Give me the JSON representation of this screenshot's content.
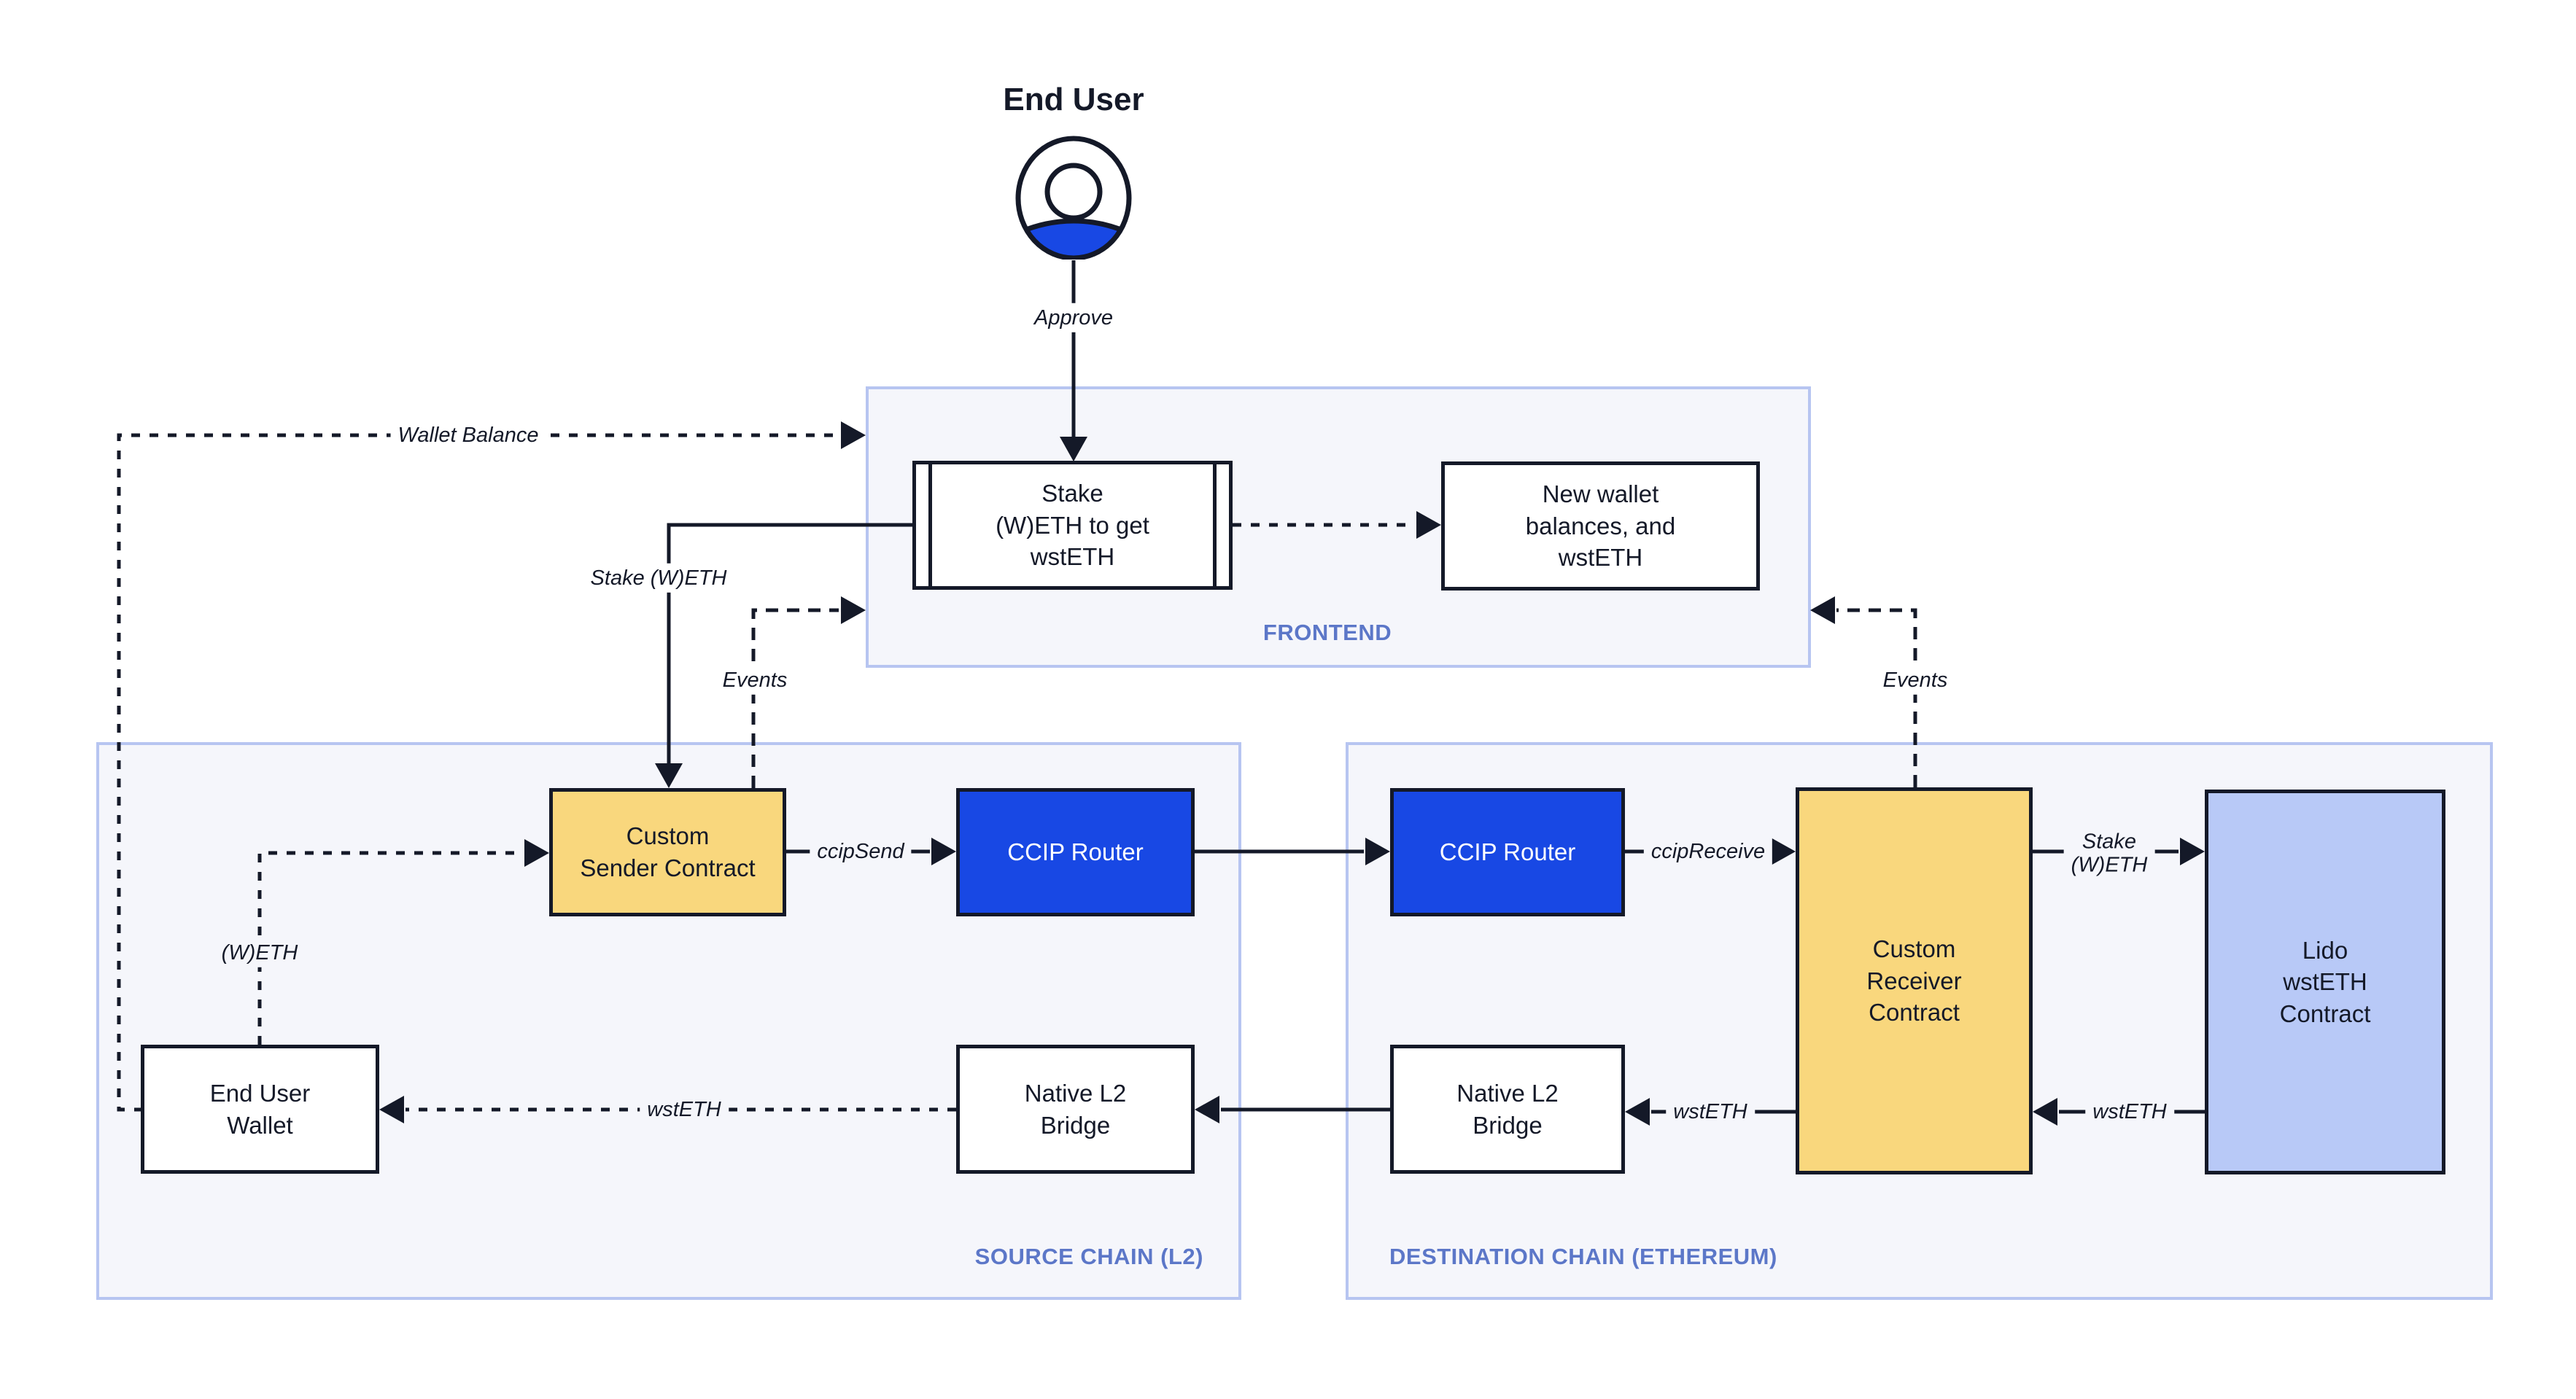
{
  "title": "End User",
  "person": {
    "approve_label": "Approve"
  },
  "containers": {
    "frontend": {
      "label": "FRONTEND"
    },
    "source": {
      "label": "SOURCE CHAIN (L2)"
    },
    "destination": {
      "label": "DESTINATION CHAIN (ETHEREUM)"
    }
  },
  "nodes": {
    "stake": {
      "label": "Stake\n(W)ETH to get\nwstETH"
    },
    "new_wallet": {
      "label": "New wallet\nbalances, and\nwstETH"
    },
    "custom_sender": {
      "label": "Custom\nSender Contract"
    },
    "ccip_router_source": {
      "label": "CCIP Router"
    },
    "end_user_wallet": {
      "label": "End User\nWallet"
    },
    "native_bridge_source": {
      "label": "Native L2\nBridge"
    },
    "ccip_router_dest": {
      "label": "CCIP Router"
    },
    "custom_receiver": {
      "label": "Custom\nReceiver\nContract"
    },
    "native_bridge_dest": {
      "label": "Native L2\nBridge"
    },
    "lido": {
      "label": "Lido\nwstETH\nContract"
    }
  },
  "edge_labels": {
    "wallet_balance": "Wallet Balance",
    "stake_weth_left": "Stake (W)ETH",
    "events_left": "Events",
    "events_right": "Events",
    "ccip_send": "ccipSend",
    "ccip_receive": "ccipReceive",
    "stake_weth_right": "Stake\n(W)ETH",
    "weth": "(W)ETH",
    "wsteth_to_wallet": "wstETH",
    "wsteth_bridge": "wstETH",
    "wsteth_lido": "wstETH"
  },
  "colors": {
    "ink": "#141928",
    "router_blue": "#1848E4",
    "contract_yellow": "#F9D77D",
    "lido_lilac": "#B8C9F7",
    "panel_fill": "#F5F6FB",
    "panel_border": "#B7C5F1",
    "panel_label": "#5C77C8",
    "person_shoulders": "#1848E4"
  }
}
